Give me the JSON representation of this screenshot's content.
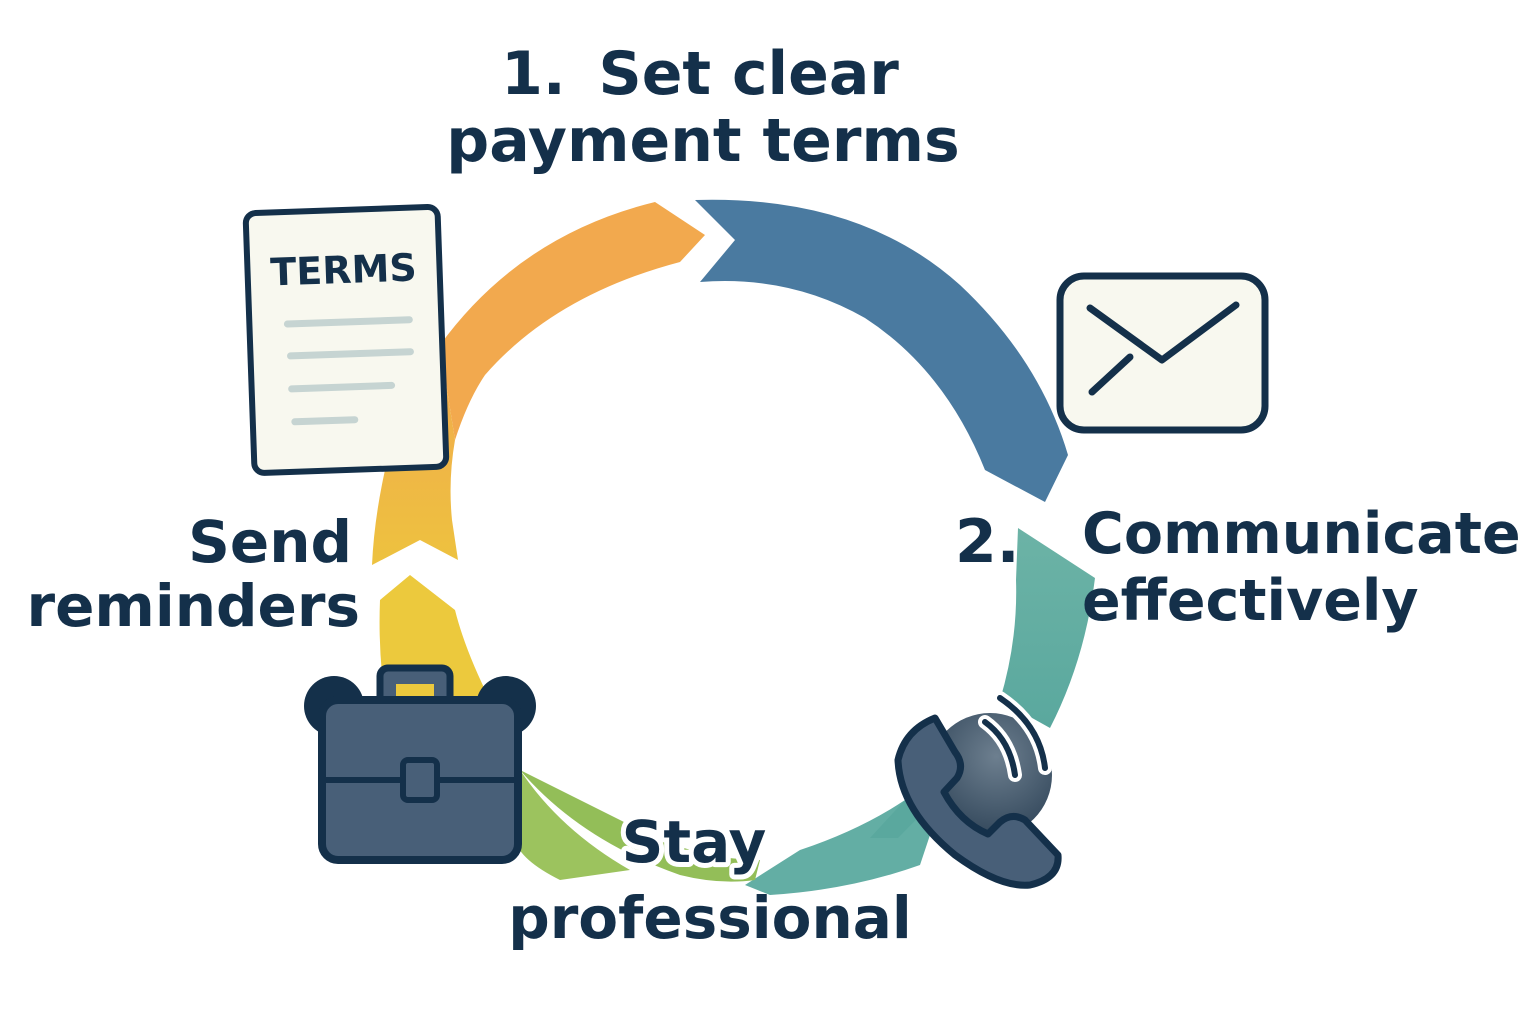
{
  "colors": {
    "ink": "#14304a",
    "blue_segment": "#4a7aa0",
    "teal_segment": "#63aea4",
    "green_segment": "#93be58",
    "yellow_segment": "#ecc93d",
    "orange_segment": "#f2a94e",
    "icon_fill": "#485f78",
    "paper": "#f8f8ef",
    "paper_lines": "#c6d4d2"
  },
  "steps": {
    "step1": {
      "number": "1.",
      "line1": "Set clear",
      "line2": "payment terms"
    },
    "step2": {
      "number": "2.",
      "line1": "Communicate",
      "line2": "effectively"
    },
    "step3": {
      "line1": "Stay",
      "line2": "professional"
    },
    "step4": {
      "line1": "Send",
      "line2": "reminders"
    }
  },
  "icons": {
    "document": {
      "name": "document-icon",
      "label": "TERMS"
    },
    "envelope": {
      "name": "envelope-icon"
    },
    "phone": {
      "name": "phone-icon"
    },
    "briefcase": {
      "name": "briefcase-icon"
    }
  }
}
